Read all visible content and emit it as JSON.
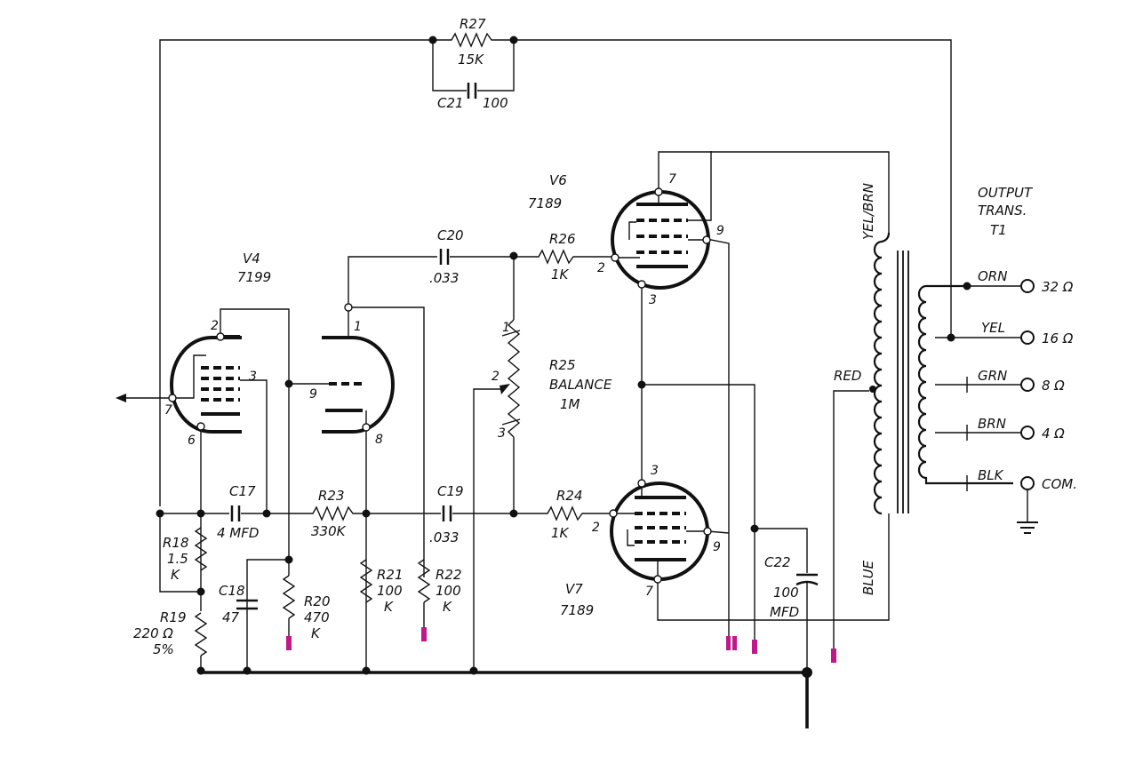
{
  "diagram": {
    "accent_color": "#c0178a",
    "components": {
      "r27": {
        "ref": "R27",
        "value": "15K"
      },
      "c21": {
        "ref": "C21",
        "value": "100"
      },
      "v6": {
        "ref": "V6",
        "type": "7189"
      },
      "v4": {
        "ref": "V4",
        "type": "7199"
      },
      "v7": {
        "ref": "V7",
        "type": "7189"
      },
      "c20": {
        "ref": "C20",
        "value": ".033"
      },
      "r26": {
        "ref": "R26",
        "value": "1K"
      },
      "r25": {
        "ref": "R25",
        "name": "BALANCE",
        "value": "1M"
      },
      "c17": {
        "ref": "C17",
        "value": "4 MFD"
      },
      "r23": {
        "ref": "R23",
        "value": "330K"
      },
      "c19": {
        "ref": "C19",
        "value": ".033"
      },
      "r24": {
        "ref": "R24",
        "value": "1K"
      },
      "r18": {
        "ref": "R18",
        "value": "1.5",
        "unit": "K"
      },
      "r19": {
        "ref": "R19",
        "value": "220 Ω",
        "tol": "5%"
      },
      "c18": {
        "ref": "C18",
        "value": "47"
      },
      "r20": {
        "ref": "R20",
        "value": "470",
        "unit": "K"
      },
      "r21": {
        "ref": "R21",
        "value": "100",
        "unit": "K"
      },
      "r22": {
        "ref": "R22",
        "value": "100",
        "unit": "K"
      },
      "c22": {
        "ref": "C22",
        "value": "100",
        "unit": "MFD"
      }
    },
    "transformer": {
      "title_line1": "OUTPUT",
      "title_line2": "TRANS.",
      "ref": "T1",
      "primary_top": "YEL/BRN",
      "primary_center": "RED",
      "primary_bottom": "BLUE",
      "taps": [
        {
          "color": "ORN",
          "impedance": "32 Ω"
        },
        {
          "color": "YEL",
          "impedance": "16 Ω"
        },
        {
          "color": "GRN",
          "impedance": "8 Ω"
        },
        {
          "color": "BRN",
          "impedance": "4 Ω"
        },
        {
          "color": "BLK",
          "impedance": "COM."
        }
      ]
    },
    "pins": {
      "v4_2": "2",
      "v4_3": "3",
      "v4_7": "7",
      "v4_6": "6",
      "v4b_1": "1",
      "v4b_9": "9",
      "v4b_8": "8",
      "v6_7": "7",
      "v6_9": "9",
      "v6_2": "2",
      "v6_3": "3",
      "v7_3": "3",
      "v7_9": "9",
      "v7_2": "2",
      "v7_7": "7",
      "r25_1": "1",
      "r25_2": "2",
      "r25_3": "3"
    }
  }
}
